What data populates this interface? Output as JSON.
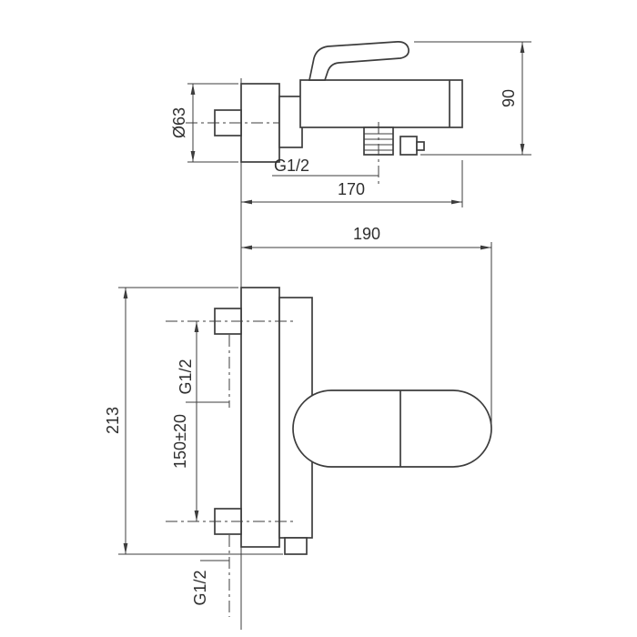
{
  "page": {
    "type": "technical-dimension-drawing",
    "subject": "wall-mounted bath mixer faucet, side view and front view",
    "background_color": "#ffffff",
    "line_color": "#3d3d3d",
    "text_color": "#2f2f2f"
  },
  "labels": {
    "side_diameter": "Ø63",
    "side_outlet_thread": "G1/2",
    "side_depth": "170",
    "side_height": "90",
    "front_width": "190",
    "front_height": "213",
    "front_inlet_spacing": "150±20",
    "front_inlet_thread": "G1/2",
    "front_outlet_thread": "G1/2"
  }
}
